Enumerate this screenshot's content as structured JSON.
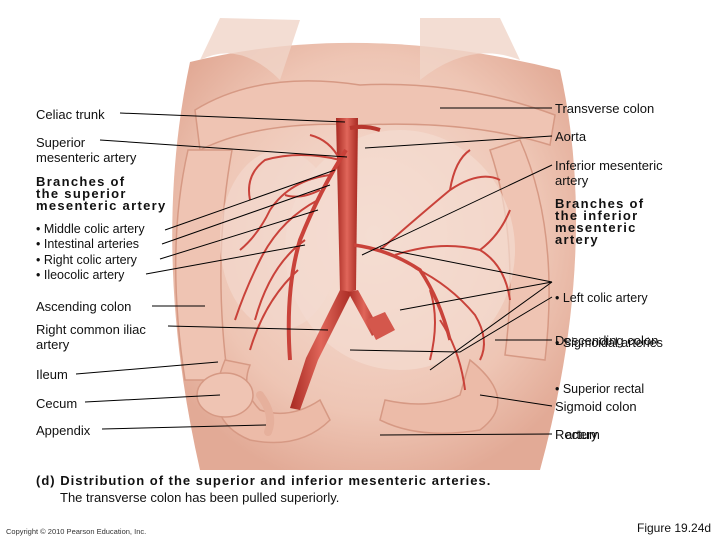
{
  "labels_left": {
    "celiac_trunk": "Celiac trunk",
    "superior_mesenteric": [
      "Superior",
      "mesenteric artery"
    ],
    "branches_superior": [
      "Branches of",
      "the superior",
      "mesenteric artery"
    ],
    "branch_list_superior": [
      "• Middle colic artery",
      "• Intestinal arteries",
      "• Right colic artery",
      "• Ileocolic artery"
    ],
    "ascending_colon": "Ascending colon",
    "right_common_iliac": [
      "Right common iliac",
      "artery"
    ],
    "ileum": "Ileum",
    "cecum": "Cecum",
    "appendix": "Appendix"
  },
  "labels_right": {
    "transverse_colon": "Transverse colon",
    "aorta": "Aorta",
    "inferior_mesenteric": [
      "Inferior mesenteric",
      "artery"
    ],
    "branches_inferior": [
      "Branches of",
      "the inferior",
      "mesenteric",
      "artery"
    ],
    "branch_list_inferior": [
      "• Left colic artery",
      "• Sigmoidal arteries",
      "• Superior rectal",
      "   artery"
    ],
    "descending_colon": "Descending colon",
    "sigmoid_colon": "Sigmoid colon",
    "rectum": "Rectum"
  },
  "caption": {
    "title": "(d) Distribution of the superior and inferior mesenteric arteries.",
    "subtitle": "The transverse colon has been pulled superiorly."
  },
  "copyright": "Copyright © 2010 Pearson Education, Inc.",
  "figure_number": "Figure 19.24d",
  "colors": {
    "tissue": "#f2cfc0",
    "tissue_dark": "#e3a995",
    "artery": "#c9423a",
    "artery_light": "#e07a6a",
    "leader": "#000000"
  }
}
